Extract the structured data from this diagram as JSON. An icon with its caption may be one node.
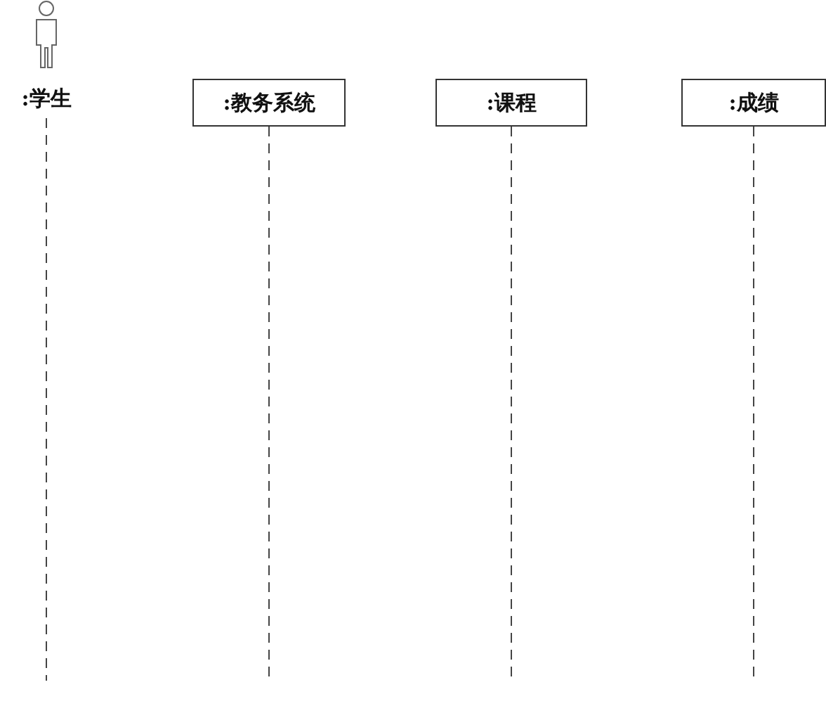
{
  "diagram": {
    "nodes": [
      {
        "text": [
          ":学生"
        ]
      },
      {
        "text": [
          ":教务系统"
        ]
      },
      {
        "text": [
          ":课程"
        ]
      },
      {
        "text": [
          ":成绩"
        ]
      }
    ],
    "edges": [
      {
        "from": 0,
        "to": null,
        "arrow": "none",
        "style": "dashed"
      },
      {
        "from": 1,
        "to": null,
        "arrow": "none",
        "style": "dashed"
      },
      {
        "from": 2,
        "to": null,
        "arrow": "none",
        "style": "dashed"
      },
      {
        "from": 3,
        "to": null,
        "arrow": "none",
        "style": "dashed"
      }
    ]
  }
}
